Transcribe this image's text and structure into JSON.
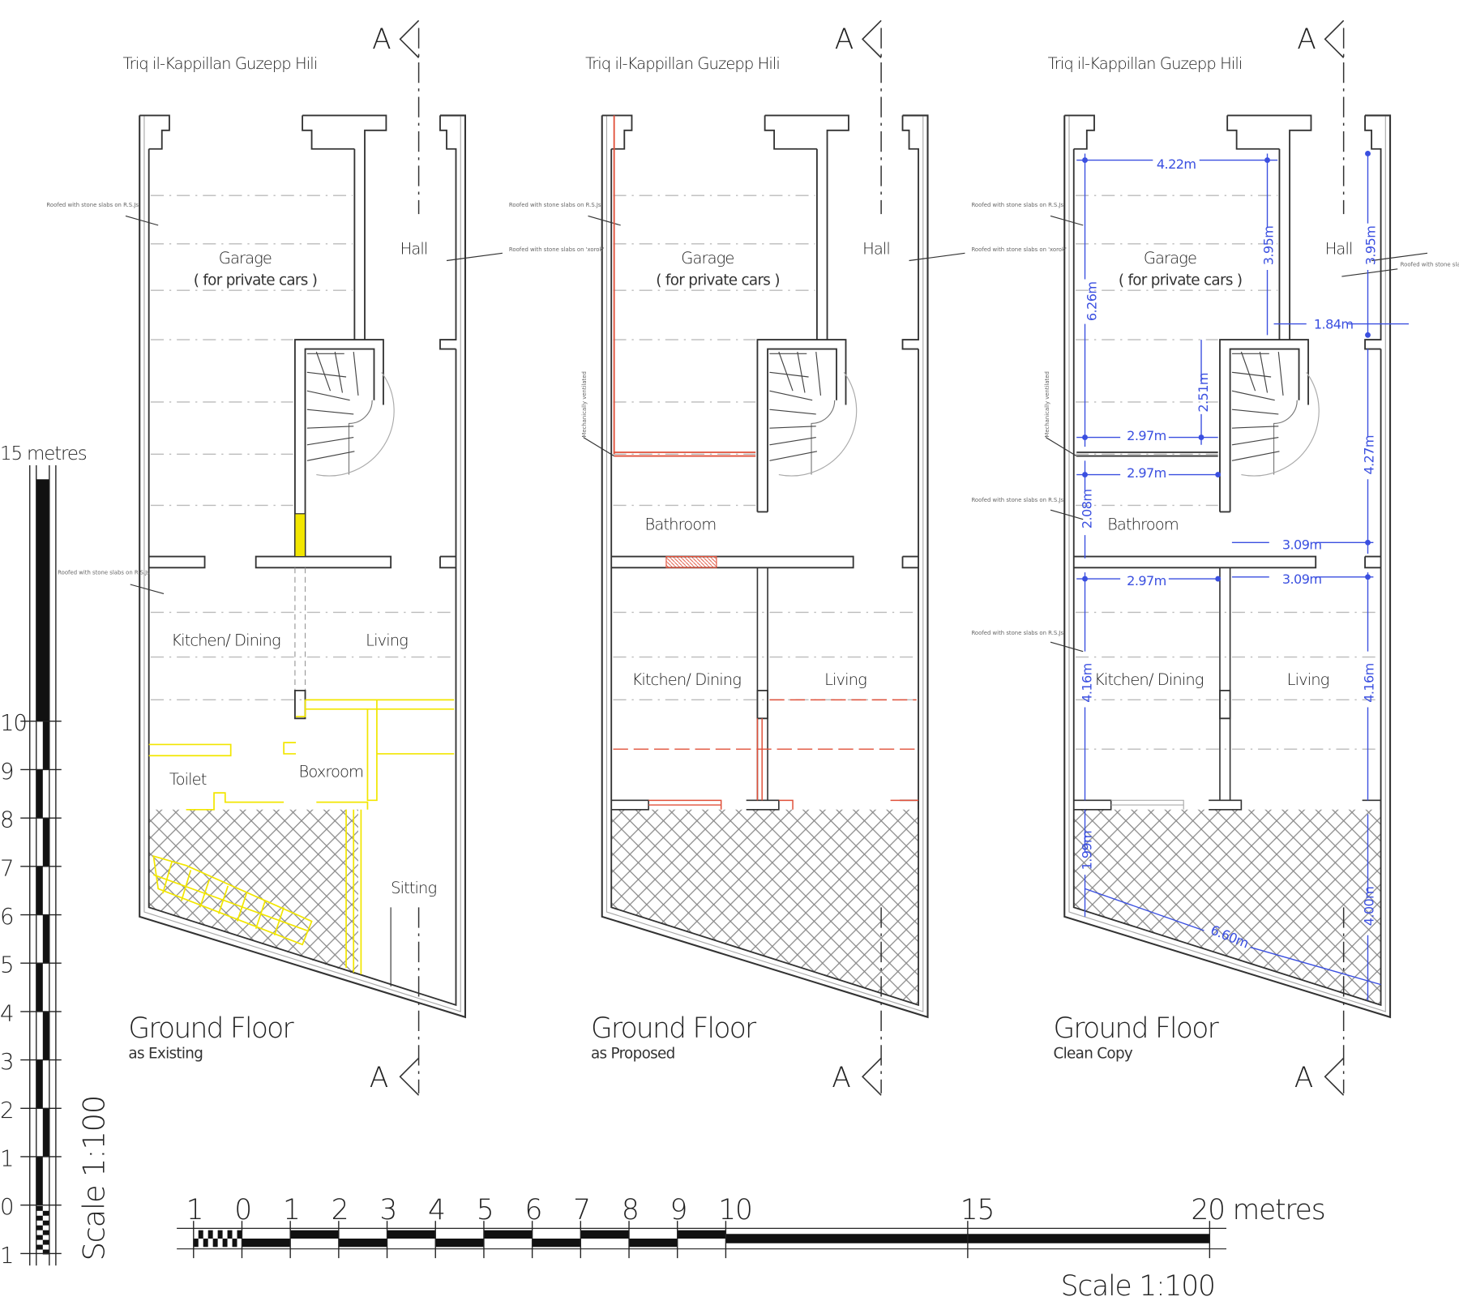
{
  "drawing": {
    "plans": [
      {
        "street": "Triq il-Kappillan Guzepp Hili",
        "title": "Ground Floor",
        "subtitle": "as Existing",
        "section_marker": "A",
        "rooms": {
          "garage": "Garage",
          "garage_note": "( for private cars )",
          "hall": "Hall",
          "kitchen": "Kitchen/ Dining",
          "living": "Living",
          "toilet": "Toilet",
          "boxroom": "Boxroom",
          "sitting": "Sitting"
        },
        "notes": [
          "Roofed with stone slabs on R.S.Js",
          "Roofed with stone slabs on R.S.Js",
          "Roofed with stone slabs on 'xorok'"
        ]
      },
      {
        "street": "Triq il-Kappillan Guzepp Hili",
        "title": "Ground Floor",
        "subtitle": "as Proposed",
        "section_marker": "A",
        "rooms": {
          "garage": "Garage",
          "garage_note": "( for private cars )",
          "hall": "Hall",
          "bathroom": "Bathroom",
          "kitchen": "Kitchen/ Dining",
          "living": "Living"
        },
        "notes": [
          "Roofed with stone slabs on R.S.Js",
          "Roofed with stone slabs on 'xorok'",
          "Mechanically ventilated"
        ]
      },
      {
        "street": "Triq il-Kappillan Guzepp Hili",
        "title": "Ground Floor",
        "subtitle": "Clean Copy",
        "section_marker": "A",
        "rooms": {
          "garage": "Garage",
          "garage_note": "( for private cars )",
          "hall": "Hall",
          "bathroom": "Bathroom",
          "kitchen": "Kitchen/ Dining",
          "living": "Living"
        },
        "notes": [
          "Roofed with stone slabs on R.S.Js",
          "Roofed with stone slabs on R.S.Js",
          "Roofed with stone slabs on R.S.Js",
          "Roofed with stone slabs on 'xorok'",
          "Mechanically ventilated"
        ],
        "dimensions": [
          "4.22m",
          "3.95m",
          "3.95m",
          "6.26m",
          "1.84m",
          "2.51m",
          "2.97m",
          "2.97m",
          "4.27m",
          "2.08m",
          "3.09m",
          "2.97m",
          "3.09m",
          "4.16m",
          "4.16m",
          "1.99m",
          "6.60m",
          "4.00m"
        ]
      }
    ],
    "vertical_scale": {
      "label": "15 metres",
      "ticks": [
        "10",
        "9",
        "8",
        "7",
        "6",
        "5",
        "4",
        "3",
        "2",
        "1",
        "0",
        "1"
      ],
      "scale": "Scale 1:100"
    },
    "horizontal_scale": {
      "ticks": [
        "1",
        "0",
        "1",
        "2",
        "3",
        "4",
        "5",
        "6",
        "7",
        "8",
        "9",
        "10",
        "15"
      ],
      "end_label": "20 metres",
      "scale": "Scale 1:100"
    },
    "colors": {
      "existing": "#f2e600",
      "proposed": "#e0503a",
      "dimension": "#3a4fe0",
      "wall": "#333333",
      "grid": "#bbbbbb"
    }
  }
}
